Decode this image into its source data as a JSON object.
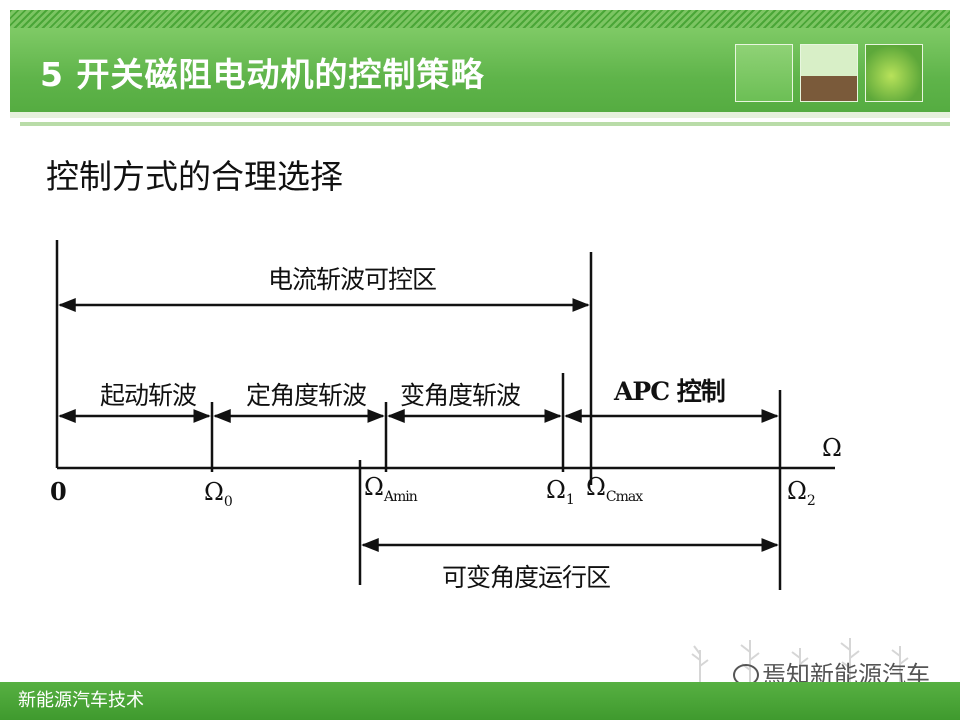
{
  "title": "5 开关磁阻电动机的控制策略",
  "subtitle": "控制方式的合理选择",
  "footer": "新能源汽车技术",
  "watermark": "焉知新能源汽车",
  "diagram": {
    "region_current": "电流斩波可控区",
    "region_start": "起动斩波",
    "region_fixed": "定角度斩波",
    "region_variable": "变角度斩波",
    "region_apc": "APC 控制",
    "region_run": "可变角度运行区",
    "zero": "0",
    "omega": "Ω",
    "omega0_sub": "0",
    "omegaAmin_sub": "Amin",
    "omega1_sub": "1",
    "omegaCmax_sub": "Cmax",
    "omega2_sub": "2"
  }
}
